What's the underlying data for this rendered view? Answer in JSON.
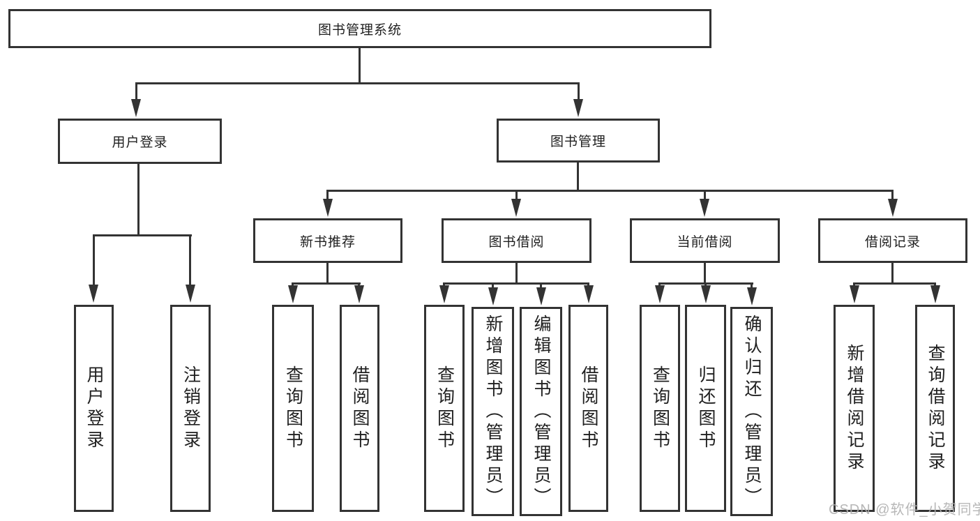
{
  "colors": {
    "line": "#333333",
    "box_border": "#333333",
    "text": "#1f1f1f",
    "background": "#ffffff",
    "watermark": "#b0b0b0"
  },
  "watermark": {
    "text": "CSDN @软件_小贺同学"
  },
  "tree": {
    "root": {
      "label": "图书管理系统",
      "children": [
        {
          "label": "用户登录",
          "children": [
            {
              "label": "用户登录"
            },
            {
              "label": "注销登录"
            }
          ]
        },
        {
          "label": "图书管理",
          "children": [
            {
              "label": "新书推荐",
              "children": [
                {
                  "label": "查询图书"
                },
                {
                  "label": "借阅图书"
                }
              ]
            },
            {
              "label": "图书借阅",
              "children": [
                {
                  "label": "查询图书"
                },
                {
                  "label": "新增图书（管理员）"
                },
                {
                  "label": "编辑图书（管理员）"
                },
                {
                  "label": "借阅图书"
                }
              ]
            },
            {
              "label": "当前借阅",
              "children": [
                {
                  "label": "查询图书"
                },
                {
                  "label": "归还图书"
                },
                {
                  "label": "确认归还（管理员）"
                }
              ]
            },
            {
              "label": "借阅记录",
              "children": [
                {
                  "label": "新增借阅记录"
                },
                {
                  "label": "查询借阅记录"
                }
              ]
            }
          ]
        }
      ]
    }
  }
}
